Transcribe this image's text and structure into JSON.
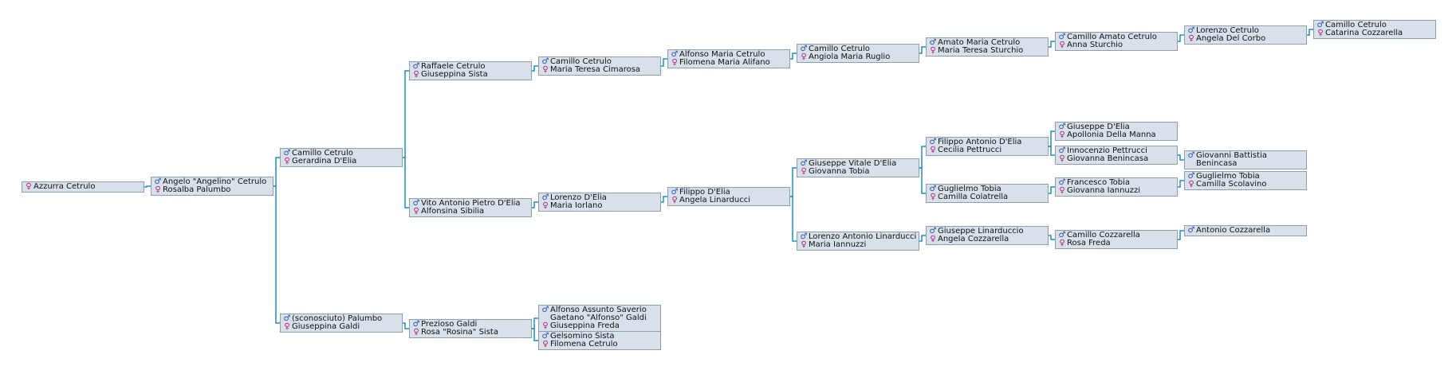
{
  "symbols": {
    "male": "♂",
    "female": "♀"
  },
  "colors": {
    "box_fill": "#d8e0ea",
    "box_border": "#8e9db0",
    "connector": "#1a8fd0",
    "male_symbol": "#2c55b0",
    "female_symbol": "#b01e7a"
  },
  "boxes": [
    {
      "id": "azzurra",
      "persons": [
        {
          "g": "f",
          "name": "Azzurra Cetrulo"
        }
      ]
    },
    {
      "id": "angelo",
      "persons": [
        {
          "g": "m",
          "name": "Angelo \"Angelino\" Cetrulo"
        },
        {
          "g": "f",
          "name": "Rosalba Palumbo"
        }
      ]
    },
    {
      "id": "camillo1",
      "persons": [
        {
          "g": "m",
          "name": "Camillo Cetrulo"
        },
        {
          "g": "f",
          "name": "Gerardina D'Elia"
        }
      ]
    },
    {
      "id": "sconosciuto",
      "persons": [
        {
          "g": "m",
          "name": "(sconosciuto) Palumbo"
        },
        {
          "g": "f",
          "name": "Giuseppina Galdi"
        }
      ]
    },
    {
      "id": "raffaele",
      "persons": [
        {
          "g": "m",
          "name": "Raffaele Cetrulo"
        },
        {
          "g": "f",
          "name": "Giuseppina Sista"
        }
      ]
    },
    {
      "id": "vito",
      "persons": [
        {
          "g": "m",
          "name": "Vito Antonio Pietro D'Elia"
        },
        {
          "g": "f",
          "name": "Alfonsina Sibilia"
        }
      ]
    },
    {
      "id": "prezioso",
      "persons": [
        {
          "g": "m",
          "name": "Prezioso Galdi"
        },
        {
          "g": "f",
          "name": "Rosa \"Rosina\" Sista"
        }
      ]
    },
    {
      "id": "camillo2",
      "persons": [
        {
          "g": "m",
          "name": "Camillo Cetrulo"
        },
        {
          "g": "f",
          "name": "Maria Teresa Cimarosa"
        }
      ]
    },
    {
      "id": "lorenzo_delia",
      "persons": [
        {
          "g": "m",
          "name": "Lorenzo D'Elia"
        },
        {
          "g": "f",
          "name": "Maria Iorlano"
        }
      ]
    },
    {
      "id": "alfonso_galdi",
      "persons": [
        {
          "g": "m",
          "name": "Alfonso Assunto Saverio Gaetano \"Alfonso\" Galdi"
        },
        {
          "g": "f",
          "name": "Giuseppina Freda"
        }
      ]
    },
    {
      "id": "gelsomino",
      "persons": [
        {
          "g": "m",
          "name": "Gelsomino Sista"
        },
        {
          "g": "f",
          "name": "Filomena Cetrulo"
        }
      ]
    },
    {
      "id": "alfonso_maria",
      "persons": [
        {
          "g": "m",
          "name": "Alfonso Maria Cetrulo"
        },
        {
          "g": "f",
          "name": "Filomena Maria Alifano"
        }
      ]
    },
    {
      "id": "filippo",
      "persons": [
        {
          "g": "m",
          "name": "Filippo D'Elia"
        },
        {
          "g": "f",
          "name": "Angela Linarducci"
        }
      ]
    },
    {
      "id": "camillo3",
      "persons": [
        {
          "g": "m",
          "name": "Camillo Cetrulo"
        },
        {
          "g": "f",
          "name": "Angiola Maria Ruglio"
        }
      ]
    },
    {
      "id": "giuseppe_vitale",
      "persons": [
        {
          "g": "m",
          "name": "Giuseppe Vitale D'Elia"
        },
        {
          "g": "f",
          "name": "Giovanna Tobia"
        }
      ]
    },
    {
      "id": "lorenzo_antonio",
      "persons": [
        {
          "g": "m",
          "name": "Lorenzo Antonio Linarducci"
        },
        {
          "g": "f",
          "name": "Maria Iannuzzi"
        }
      ]
    },
    {
      "id": "amato",
      "persons": [
        {
          "g": "m",
          "name": "Amato Maria Cetrulo"
        },
        {
          "g": "f",
          "name": "Maria Teresa Sturchio"
        }
      ]
    },
    {
      "id": "filippo_antonio",
      "persons": [
        {
          "g": "m",
          "name": "Filippo Antonio D'Elia"
        },
        {
          "g": "f",
          "name": "Cecilia Pettrucci"
        }
      ]
    },
    {
      "id": "guglielmo1",
      "persons": [
        {
          "g": "m",
          "name": "Guglielmo Tobia"
        },
        {
          "g": "f",
          "name": "Camilla Colatrella"
        }
      ]
    },
    {
      "id": "giuseppe_lin",
      "persons": [
        {
          "g": "m",
          "name": "Giuseppe Linarduccio"
        },
        {
          "g": "f",
          "name": "Angela Cozzarella"
        }
      ]
    },
    {
      "id": "camillo_amato",
      "persons": [
        {
          "g": "m",
          "name": "Camillo Amato Cetrulo"
        },
        {
          "g": "f",
          "name": "Anna Sturchio"
        }
      ]
    },
    {
      "id": "giuseppe_delia",
      "persons": [
        {
          "g": "m",
          "name": "Giuseppe D'Elia"
        },
        {
          "g": "f",
          "name": "Apollonia Della Manna"
        }
      ]
    },
    {
      "id": "innocenzio",
      "persons": [
        {
          "g": "m",
          "name": "Innocenzio Pettrucci"
        },
        {
          "g": "f",
          "name": "Giovanna Benincasa"
        }
      ]
    },
    {
      "id": "francesco",
      "persons": [
        {
          "g": "m",
          "name": "Francesco Tobia"
        },
        {
          "g": "f",
          "name": "Giovanna Iannuzzi"
        }
      ]
    },
    {
      "id": "camillo_cozz",
      "persons": [
        {
          "g": "m",
          "name": "Camillo Cozzarella"
        },
        {
          "g": "f",
          "name": "Rosa Freda"
        }
      ]
    },
    {
      "id": "lorenzo_corbo",
      "persons": [
        {
          "g": "m",
          "name": "Lorenzo Cetrulo"
        },
        {
          "g": "f",
          "name": "Angela Del Corbo"
        }
      ]
    },
    {
      "id": "giovanni_battista",
      "persons": [
        {
          "g": "m",
          "name": "Giovanni Battistia Benincasa"
        }
      ]
    },
    {
      "id": "guglielmo2",
      "persons": [
        {
          "g": "m",
          "name": "Guglielmo Tobia"
        },
        {
          "g": "f",
          "name": "Camilla Scolavino"
        }
      ]
    },
    {
      "id": "antonio_cozz",
      "persons": [
        {
          "g": "m",
          "name": "Antonio Cozzarella"
        }
      ]
    },
    {
      "id": "camillo_catarina",
      "persons": [
        {
          "g": "m",
          "name": "Camillo Cetrulo"
        },
        {
          "g": "f",
          "name": "Catarina Cozzarella"
        }
      ]
    }
  ]
}
